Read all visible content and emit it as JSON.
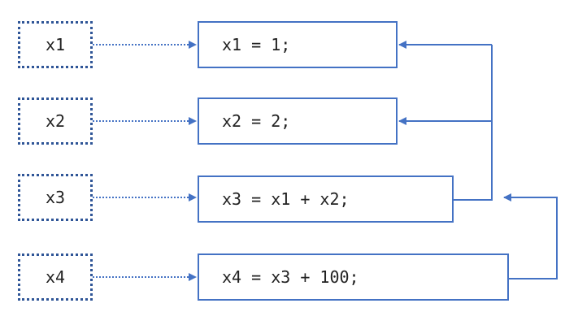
{
  "variables": [
    {
      "label": "x1"
    },
    {
      "label": "x2"
    },
    {
      "label": "x3"
    },
    {
      "label": "x4"
    }
  ],
  "statements": [
    {
      "code": "x1 = 1;"
    },
    {
      "code": "x2 = 2;"
    },
    {
      "code": "x3 = x1 + x2;"
    },
    {
      "code": "x4 = x3 + 100;"
    }
  ],
  "colors": {
    "line": "#4472c4",
    "dotted_border": "#2f5597",
    "text": "#222222"
  }
}
